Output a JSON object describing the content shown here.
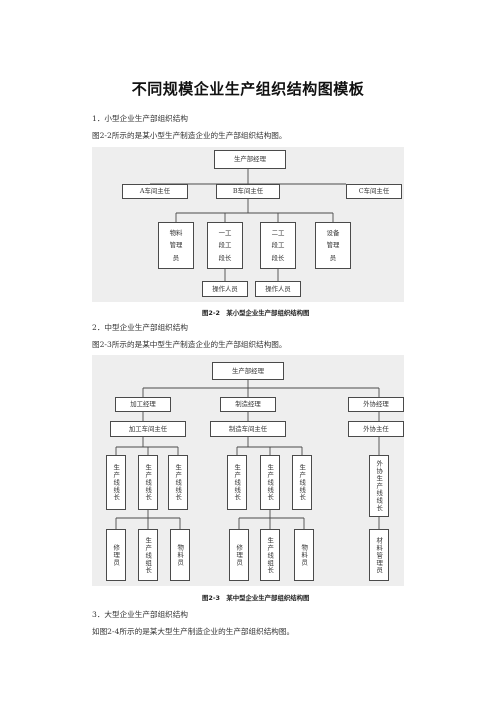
{
  "title": "不同规模企业生产组织结构图模板",
  "sec1": {
    "heading": "1．小型企业生产部组织结构",
    "intro": "图2-2所示的是某小型生产制造企业的生产部组织结构图。",
    "chart": {
      "root": "生产部经理",
      "level2": [
        "A车间主任",
        "B车间主任",
        "C车间主任"
      ],
      "level3": [
        [
          "物料",
          "管理",
          "员"
        ],
        [
          "一工",
          "段工",
          "段长"
        ],
        [
          "二工",
          "段工",
          "段长"
        ],
        [
          "设备",
          "管理",
          "员"
        ]
      ],
      "level4": [
        "操作人员",
        "操作人员"
      ]
    },
    "caption": "图2-2　某小型企业生产部组织结构图"
  },
  "sec2": {
    "heading": "2．中型企业生产部组织结构",
    "intro": "图2-3所示的是某中型生产制造企业的生产部组织结构图。",
    "chart": {
      "root": "生产部经理",
      "managers": [
        "加工经理",
        "制造经理",
        "外协经理"
      ],
      "supervisors": [
        "加工车间主任",
        "制造车间主任",
        "外协主任"
      ],
      "line_leads": [
        "生产线线长",
        "生产线线长",
        "生产线线长",
        "生产线线长",
        "生产线线长",
        "生产线线长",
        "外协生产线线长"
      ],
      "bottom": [
        "修理员",
        "生产线组长",
        "物料员",
        "修理员",
        "生产线组长",
        "物料员",
        "材料管理员"
      ]
    },
    "caption": "图2-3　某中型企业生产部组织结构图"
  },
  "sec3": {
    "heading": "3．大型企业生产部组织结构",
    "intro": "如图2-4所示的是某大型生产制造企业的生产部组织结构图。"
  }
}
